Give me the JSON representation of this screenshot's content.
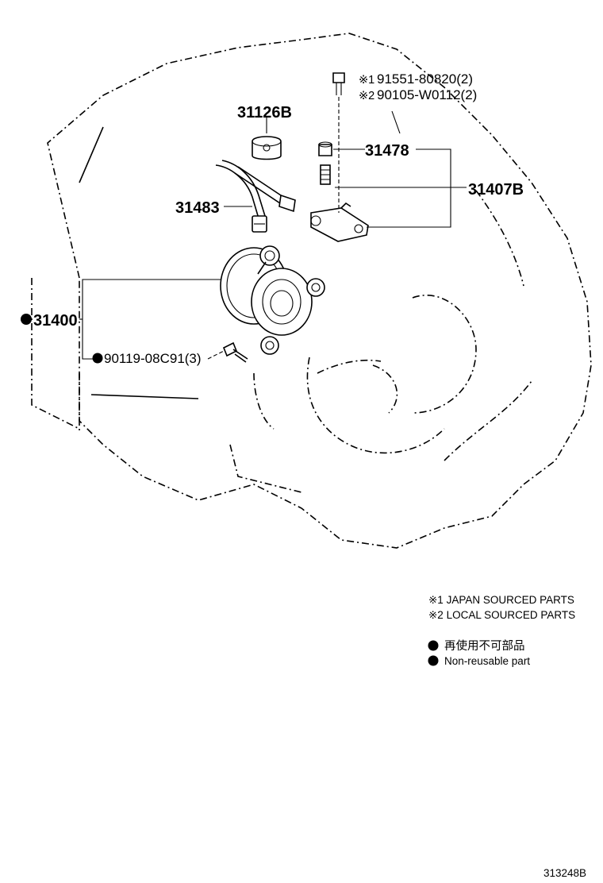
{
  "parts": {
    "p31126b": "31126B",
    "p31478": "31478",
    "p31407b": "31407B",
    "p31483": "31483",
    "p31400": "31400",
    "p90119": "90119-08C91(3)",
    "bolt1": "91551-80820(2)",
    "bolt2": "90105-W0112(2)",
    "bolt1_mark": "※1",
    "bolt2_mark": "※2"
  },
  "legend": {
    "note1": "※1 JAPAN SOURCED PARTS",
    "note2": "※2 LOCAL SOURCED PARTS",
    "nonreusable_jp": "再使用不可部品",
    "nonreusable_en": "Non-reusable part"
  },
  "diagram_code": "313248B",
  "icons": [
    "bullet-dot-icon"
  ]
}
